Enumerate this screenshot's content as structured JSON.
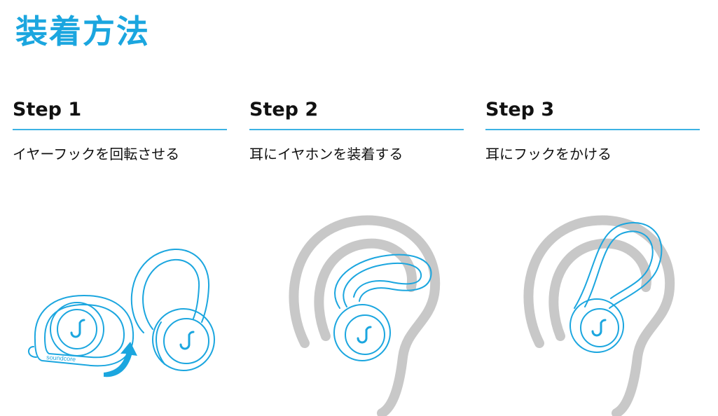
{
  "title": "装着方法",
  "steps": [
    {
      "heading": "Step 1",
      "description": "イヤーフックを回転させる"
    },
    {
      "heading": "Step 2",
      "description": "耳にイヤホンを装着する"
    },
    {
      "heading": "Step 3",
      "description": "耳にフックをかける"
    }
  ],
  "brand_text": "soundcore",
  "colors": {
    "accent": "#1ba6df",
    "text": "#111111",
    "ear": "#c8c8c8"
  }
}
